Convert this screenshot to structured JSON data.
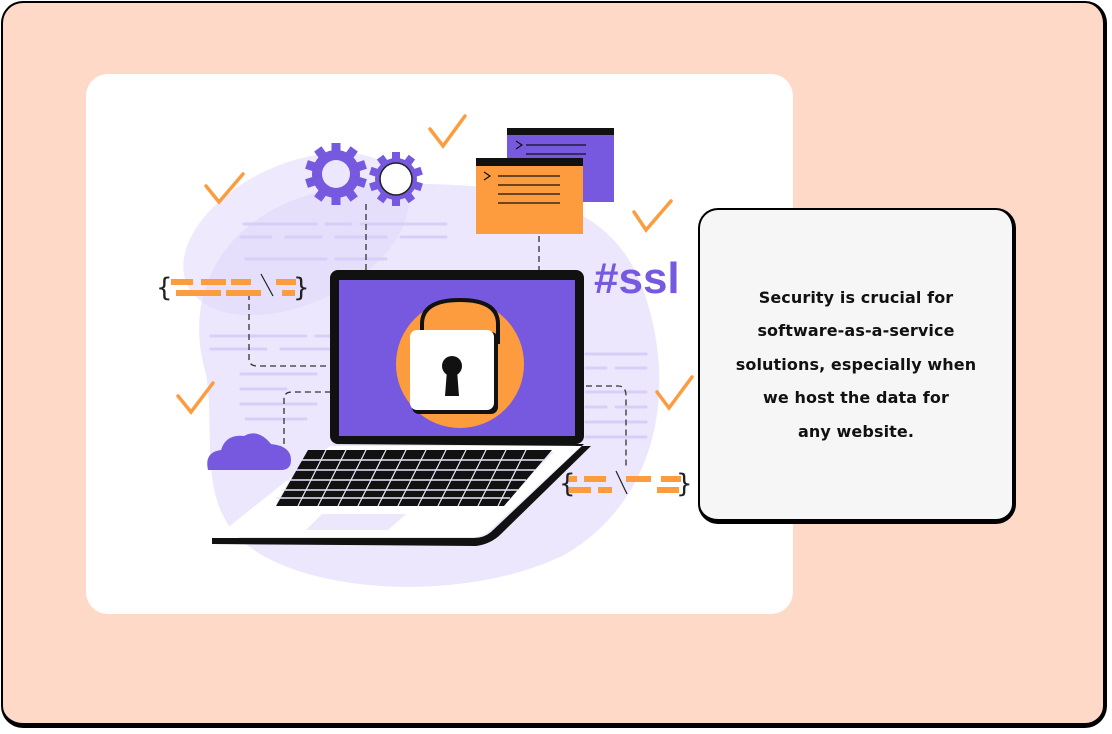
{
  "colors": {
    "background": "#fed9c7",
    "card": "#ffffff",
    "text_card": "#f6f6f6",
    "purple": "#7659de",
    "light_purple": "#ece7fc",
    "orange": "#fd9c3f",
    "border": "#000000"
  },
  "illustration": {
    "hashtag_label": "#ssl",
    "description": "Laptop with padlock on screen, gears, terminal windows, cloud and code snippets"
  },
  "caption": {
    "lines": [
      "Security is crucial for",
      "software-as-a-service",
      "solutions, especially when",
      "we host the data for",
      "any website."
    ]
  }
}
